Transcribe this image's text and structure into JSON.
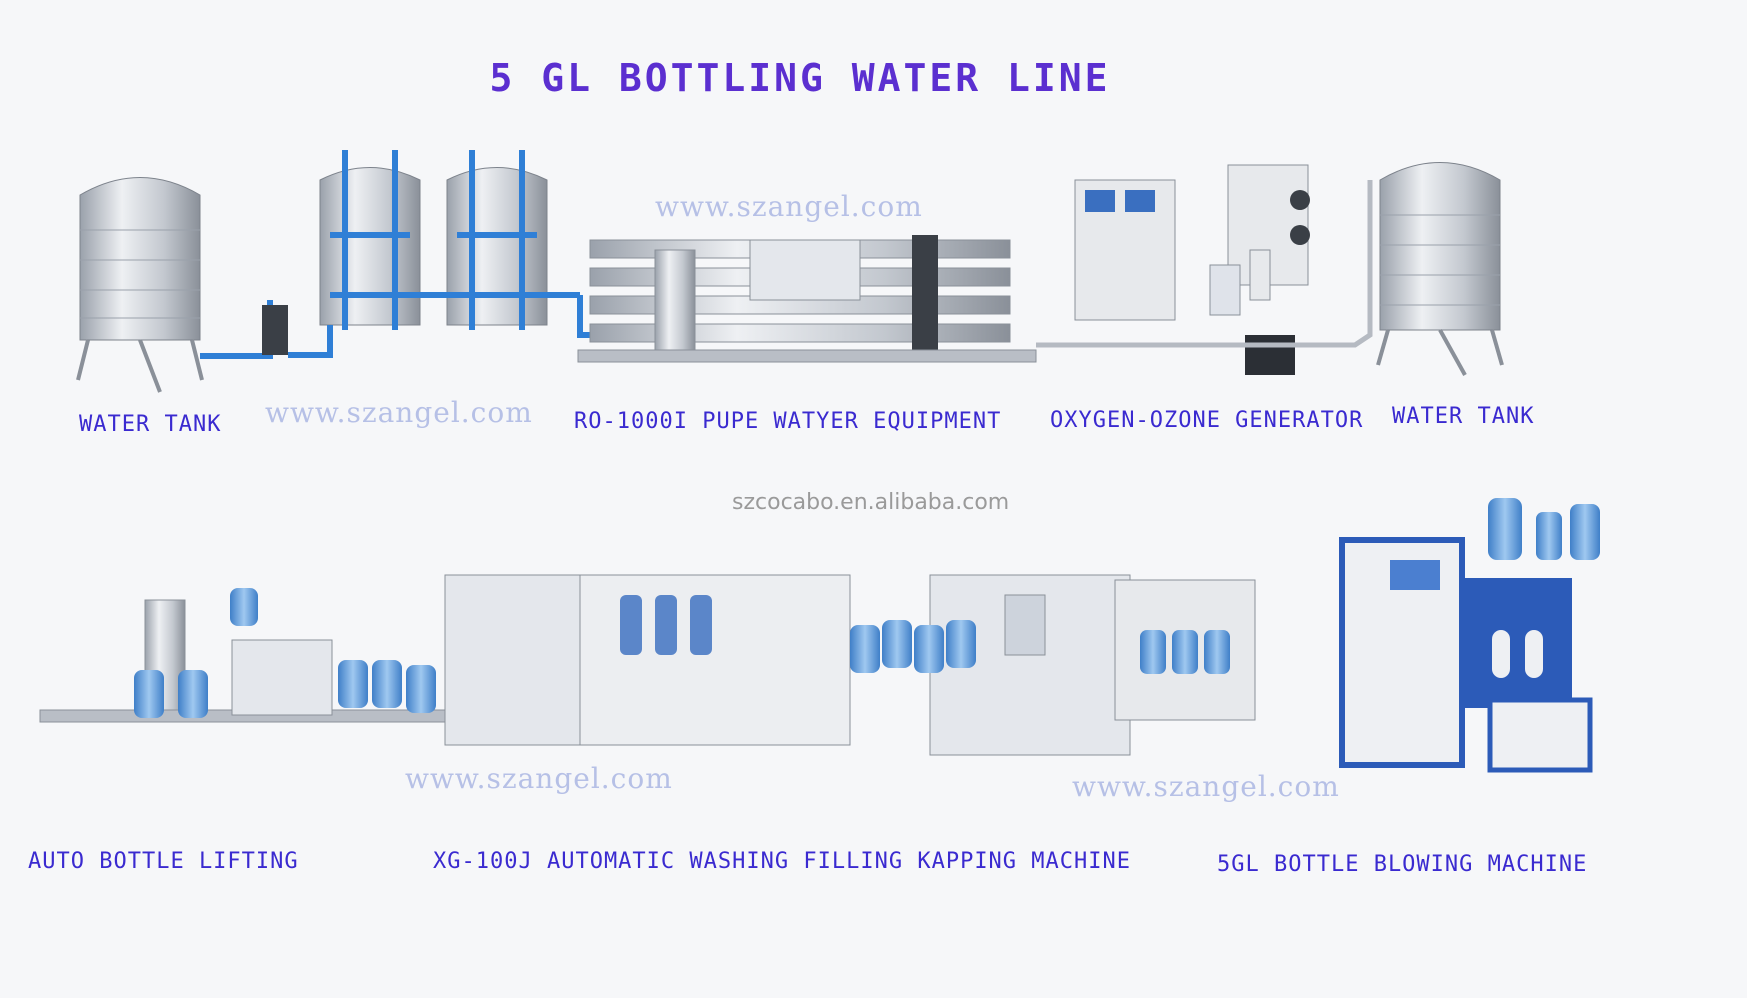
{
  "title": "5 GL BOTTLING WATER LINE",
  "labels": {
    "water_tank_1": "WATER TANK",
    "ro_equipment": "RO-1000I PUPE WATYER EQUIPMENT",
    "ozone_generator": "OXYGEN-OZONE GENERATOR",
    "water_tank_2": "WATER TANK",
    "auto_bottle_lifting": "AUTO BOTTLE LIFTING",
    "washing_filling": "XG-100J AUTOMATIC WASHING FILLING KAPPING MACHINE",
    "blowing_machine": "5GL BOTTLE BLOWING MACHINE"
  },
  "watermarks": {
    "szangel": "www.szangel.com",
    "szcocabo": "szcocabo.en.alibaba.com"
  },
  "colors": {
    "title": "#5b2fd0",
    "label": "#3a2ad0",
    "pipe": "#2f7fd6",
    "steel": "#c9ced6",
    "water": "#6aa6e0",
    "blower_frame": "#2c5bb8"
  }
}
